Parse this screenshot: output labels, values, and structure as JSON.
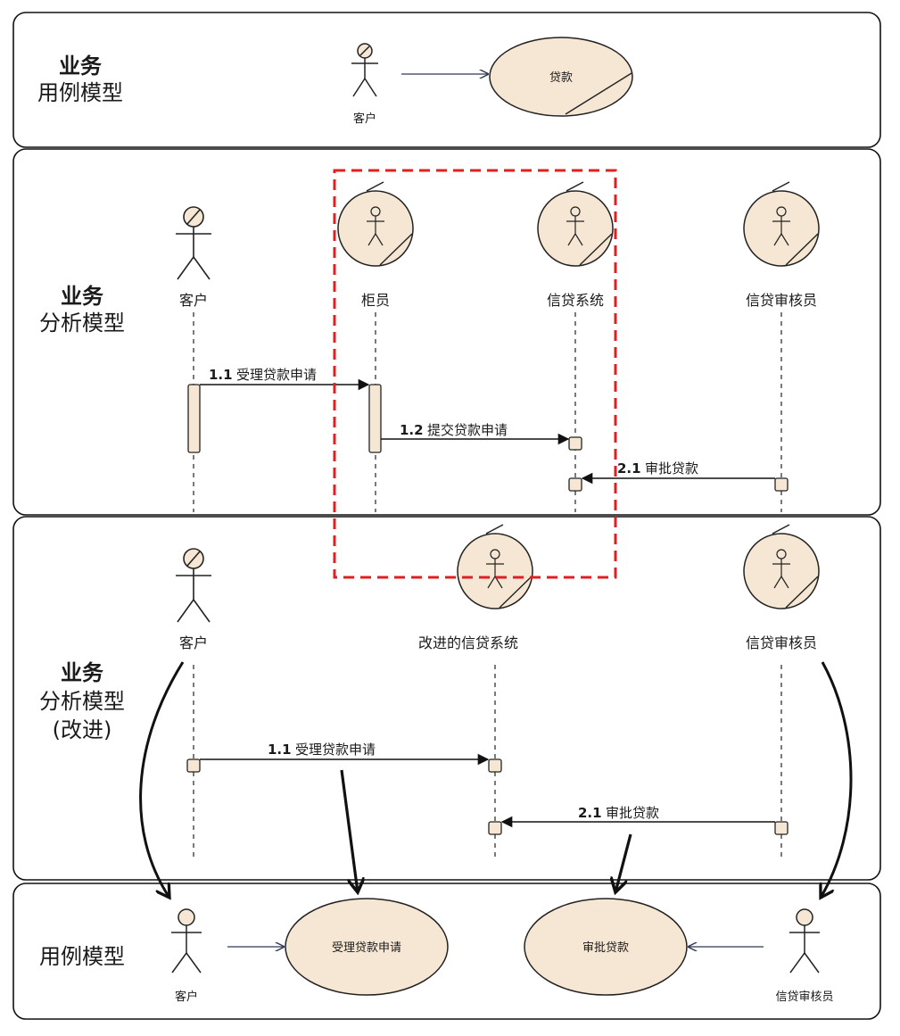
{
  "sections": [
    {
      "title": "业务",
      "subtitle_lines": [
        "用例模型"
      ]
    },
    {
      "title": "业务",
      "subtitle_lines": [
        "分析模型"
      ]
    },
    {
      "title": "业务",
      "subtitle_lines": [
        "分析模型",
        "(改进)"
      ]
    },
    {
      "title": "",
      "subtitle_lines": [
        "用例模型"
      ]
    }
  ],
  "section1": {
    "actor": "客户",
    "usecase": "贷款"
  },
  "section2": {
    "lifelines": [
      "客户",
      "柜员",
      "信贷系统",
      "信贷审核员"
    ],
    "messages": [
      {
        "num": "1.1",
        "text": "受理贷款申请"
      },
      {
        "num": "1.2",
        "text": "提交贷款申请"
      },
      {
        "num": "2.1",
        "text": "审批贷款"
      }
    ]
  },
  "section3": {
    "lifelines": [
      "客户",
      "改进的信贷系统",
      "信贷审核员"
    ],
    "messages": [
      {
        "num": "1.1",
        "text": "受理贷款申请"
      },
      {
        "num": "2.1",
        "text": "审批贷款"
      }
    ]
  },
  "section4": {
    "actors": [
      "客户",
      "信贷审核员"
    ],
    "usecases": [
      "受理贷款申请",
      "审批贷款"
    ]
  },
  "colors": {
    "fill": "#f6e7d4",
    "stroke": "#222222",
    "highlight": "#e02020",
    "arrow": "#2f3a55"
  }
}
